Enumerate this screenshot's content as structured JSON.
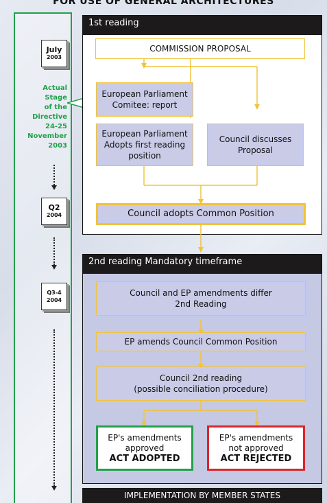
{
  "header": {
    "title": "FOR USE OF GENERAL ARCHITECTURES"
  },
  "timeline": {
    "calendars": [
      {
        "month": "July",
        "year": "2003"
      },
      {
        "month": "Q2",
        "year": "2004"
      },
      {
        "month": "Q3-4",
        "year": "2004"
      }
    ],
    "stage_lines": [
      "Actual",
      "Stage",
      "of the",
      "Directive",
      "24-25",
      "November",
      "2003"
    ]
  },
  "first_reading": {
    "header": "1st reading",
    "commission": "COMMISSION PROPOSAL",
    "ep_committee_lines": [
      "European Parliament",
      "Comitee: report"
    ],
    "ep_adopts_lines": [
      "European Parliament",
      "Adopts first reading",
      "position"
    ],
    "council_discusses_lines": [
      "Council discusses",
      "Proposal"
    ],
    "common_position": "Council adopts Common Position"
  },
  "second_reading": {
    "header": "2nd reading Mandatory timeframe",
    "differ_lines": [
      "Council and EP amendments differ",
      "2nd Reading"
    ],
    "ep_amends": "EP amends Council Common Position",
    "council_second_lines": [
      "Council 2nd reading",
      "(possible conciliation procedure)"
    ],
    "approved_lines": [
      "EP's amendments",
      "approved"
    ],
    "approved_result": "ACT ADOPTED",
    "rejected_lines": [
      "EP's amendments",
      "not approved"
    ],
    "rejected_result": "ACT REJECTED"
  },
  "implementation": "IMPLEMENTATION BY MEMBER STATES",
  "colors": {
    "green": "#22a04b",
    "red": "#d9262c",
    "arrow": "#f2c33a",
    "box": "#c9cbe7",
    "dark": "#1c1a1a"
  }
}
